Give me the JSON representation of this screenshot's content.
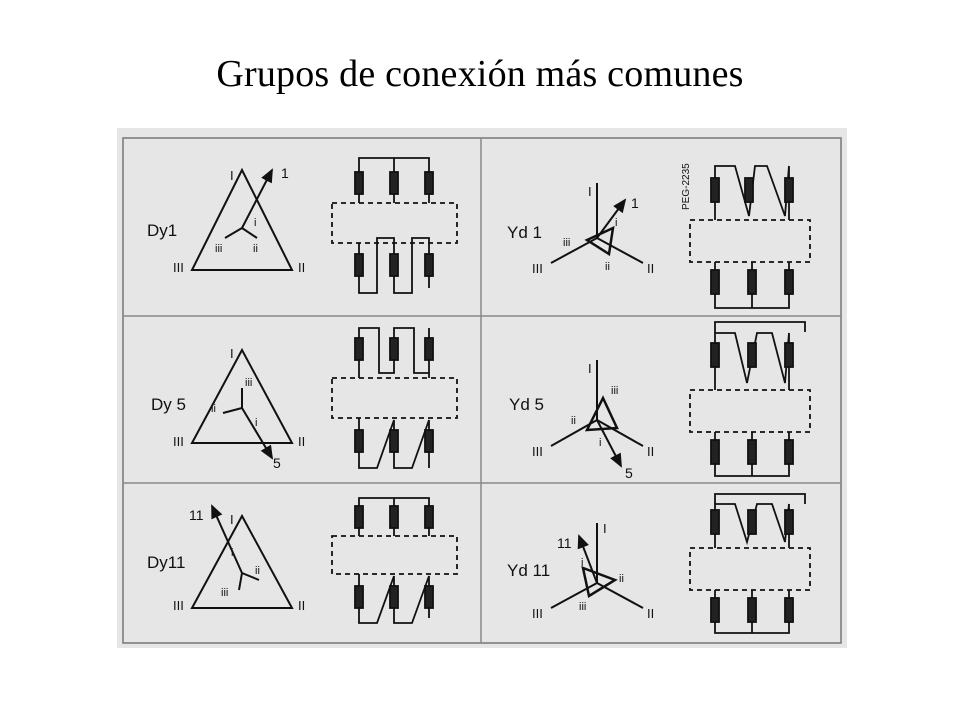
{
  "title": "Grupos de conexión más comunes",
  "stamp": "PEG-2235",
  "vector_labels": {
    "hv": [
      "I",
      "II",
      "III"
    ],
    "lv": [
      "i",
      "ii",
      "iii"
    ]
  },
  "panels": [
    {
      "group": "Dy1",
      "hv": "delta",
      "lv": "star",
      "hour": "1"
    },
    {
      "group": "Yd 1",
      "hv": "star",
      "lv": "delta",
      "hour": "1"
    },
    {
      "group": "Dy 5",
      "hv": "delta",
      "lv": "star",
      "hour": "5"
    },
    {
      "group": "Yd 5",
      "hv": "star",
      "lv": "delta",
      "hour": "5"
    },
    {
      "group": "Dy11",
      "hv": "delta",
      "lv": "star",
      "hour": "11"
    },
    {
      "group": "Yd 11",
      "hv": "star",
      "lv": "delta",
      "hour": "11"
    }
  ]
}
